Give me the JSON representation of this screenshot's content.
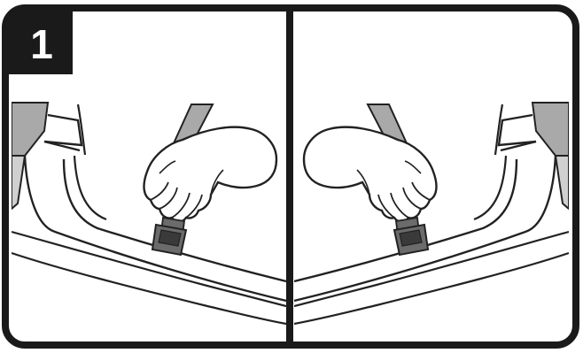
{
  "figure": {
    "step_number": "1"
  },
  "colors": {
    "frame": "#1a1a1a",
    "badge": "#1a1a1a",
    "line": "#222222",
    "fill_gray": "#a9a9a9",
    "buckle_gray": "#6b6b6b",
    "buckle_dark": "#3a3a3a",
    "background": "#ffffff"
  },
  "panels": [
    {
      "id": "left-panel",
      "orientation": "normal"
    },
    {
      "id": "right-panel",
      "orientation": "mirrored"
    }
  ]
}
